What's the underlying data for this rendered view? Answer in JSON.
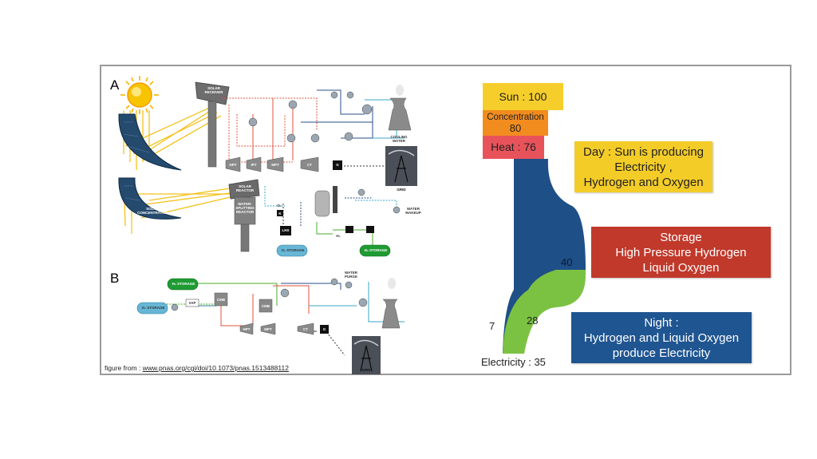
{
  "panels": {
    "a_letter": "A",
    "b_letter": "B"
  },
  "schematic": {
    "solar_receiver": "SOLAR RECEIVER",
    "solar_concentrator": "SOLAR CONCENTRATOR",
    "solar_reactor": "SOLAR REACTOR",
    "water_splitting_reactor": "WATER-SPLITTING REACTOR",
    "cooling_water": "COOLING WATER",
    "grid": "GRID",
    "grid_b": "GRID",
    "water_makeup": "WATER MAKEUP",
    "water_purge": "WATER PURGE",
    "o2_storage": "O₂ STORAGE",
    "h2_storage": "H₂ STORAGE",
    "o2_storage_b": "O₂ STORAGE",
    "h2_storage_b": "H₂ STORAGE",
    "hpt": "HPT",
    "ipt": "IPT",
    "mpt": "MPT",
    "ct": "CT",
    "g": "G",
    "lhx": "LHX",
    "k": "K",
    "o2": "O₂",
    "h2": "H₂",
    "vap": "VAP",
    "cmb1": "CMB",
    "cmb2": "CMB",
    "hpt_b": "HPT",
    "mpt_b": "MPT",
    "ct_b": "CT",
    "g_b": "G"
  },
  "caption": {
    "prefix": "figure from : ",
    "link": "www.pnas.org/cgi/doi/10.1073/pnas.1513488112"
  },
  "sankey": {
    "sun": "Sun : 100",
    "concentration_label": "Concentration",
    "concentration_value": "80",
    "heat": "Heat : 76",
    "flow_storage": "40",
    "flow_direct": "7",
    "flow_night": "28",
    "electricity": "Electricity : 35"
  },
  "notes": {
    "day_line1": "Day : Sun is producing",
    "day_line2": "Electricity ,",
    "day_line3": "Hydrogen and Oxygen",
    "storage_line1": "Storage",
    "storage_line2": "High Pressure Hydrogen",
    "storage_line3": "Liquid Oxygen",
    "night_line1": "Night :",
    "night_line2": "Hydrogen and Liquid Oxygen",
    "night_line3": "produce Electricity"
  },
  "colors": {
    "sun_box": "#f6ce2b",
    "concentration_box": "#f28c1e",
    "heat_box": "#e8535b",
    "flow_blue": "#1e4f87",
    "flow_green": "#7cc242",
    "day_box": "#f4cc28",
    "storage_box": "#c0392b",
    "night_box": "#1f5591"
  }
}
